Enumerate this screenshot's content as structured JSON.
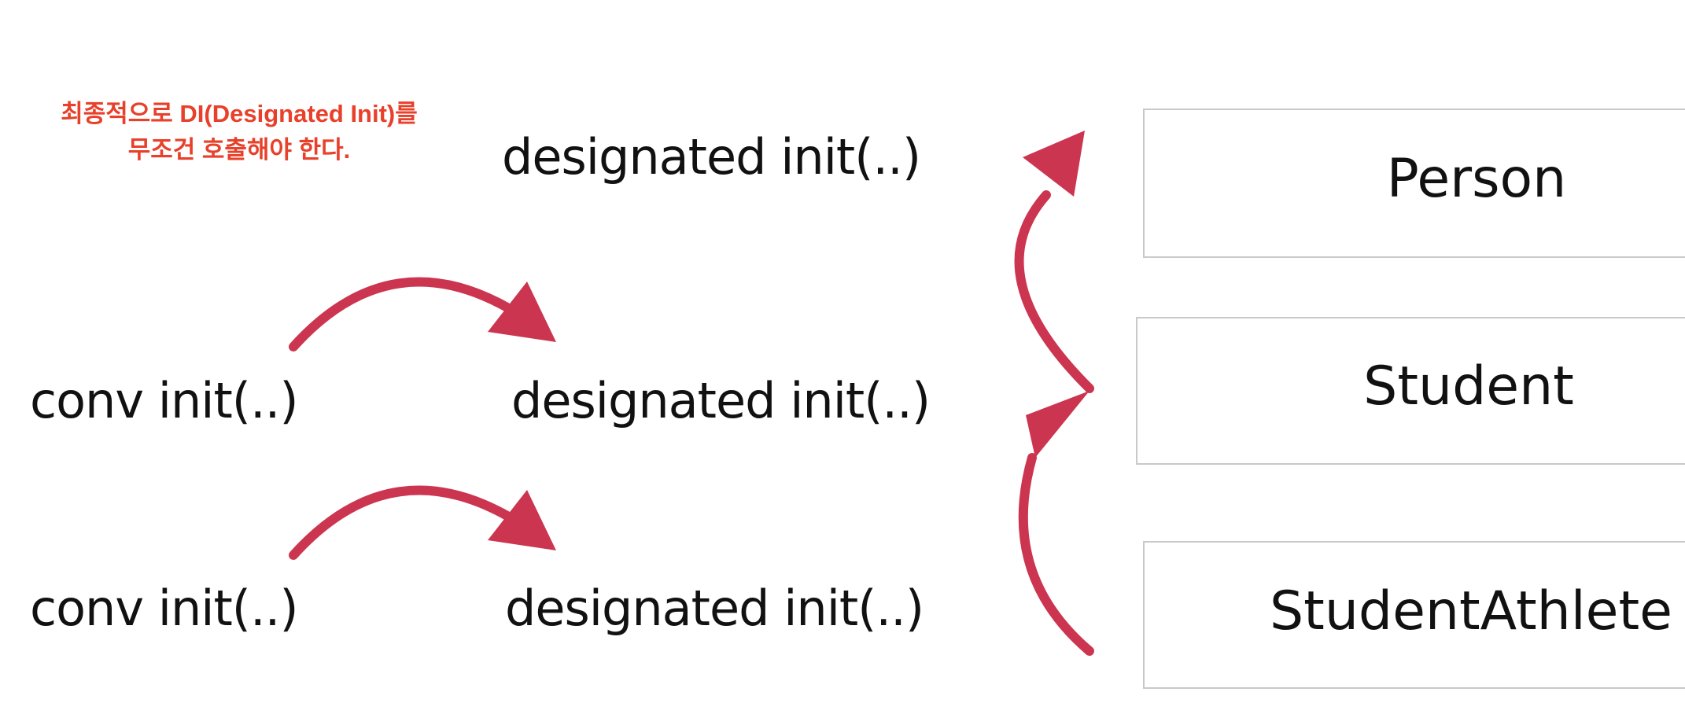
{
  "note": {
    "line1": "최종적으로 DI(Designated Init)를",
    "line2": "무조건 호출해야 한다."
  },
  "rows": {
    "top": {
      "designated": "designated init(..)"
    },
    "middle": {
      "convenience": "conv init(..)",
      "designated": "designated init(..)"
    },
    "bottom": {
      "convenience": "conv init(..)",
      "designated": "designated init(..)"
    }
  },
  "classes": {
    "person": "Person",
    "student": "Student",
    "student_athlete": "StudentAthlete"
  },
  "colors": {
    "arrow": "#cc3550",
    "note": "#e8402a",
    "text": "#111111",
    "box_border": "#c9c9c9"
  }
}
